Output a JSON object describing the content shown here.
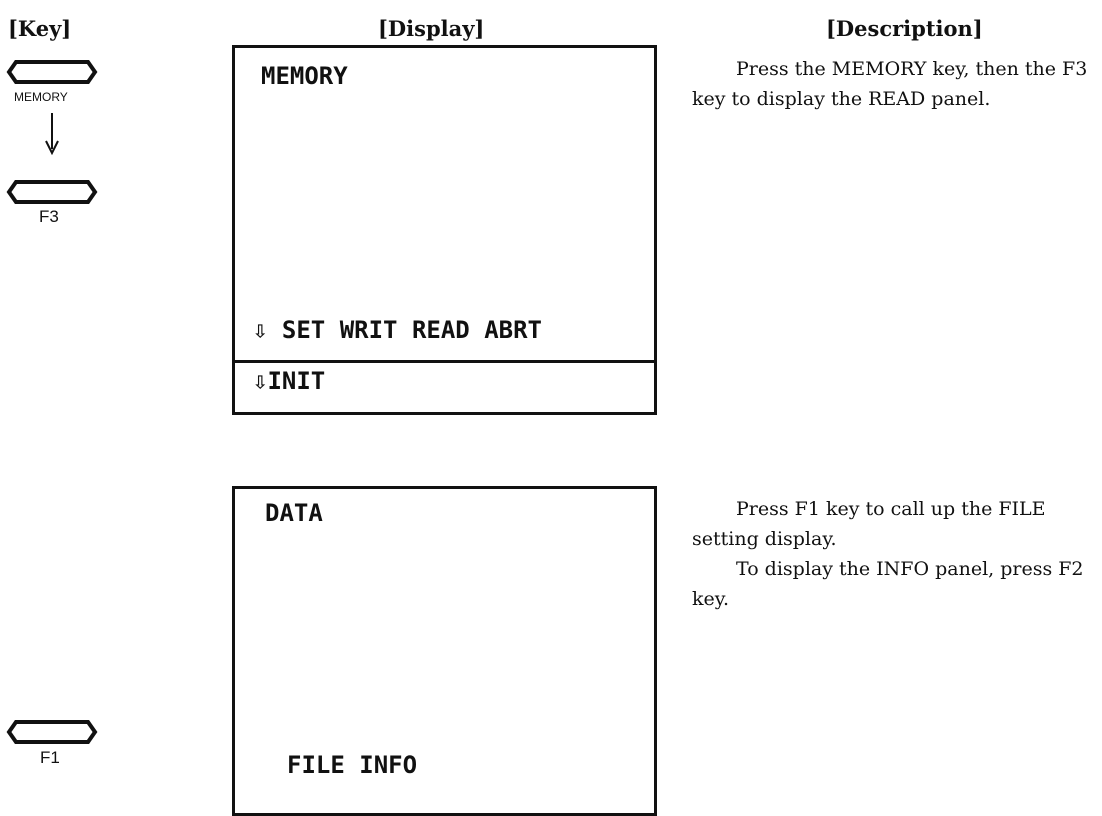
{
  "headers": {
    "key": "[Key]",
    "display": "[Display]",
    "description": "[Description]"
  },
  "keys": {
    "memory_label": "MEMORY",
    "f3_label": "F3",
    "f1_label": "F1"
  },
  "display1": {
    "title": "MEMORY",
    "softkeys": "⇩ SET WRIT READ ABRT",
    "sub_softkeys": "⇩INIT"
  },
  "display2": {
    "title": "DATA",
    "softkeys": "FILE INFO"
  },
  "description1": {
    "para1": "Press the MEMORY key, then the F3 key to display the READ panel."
  },
  "description2": {
    "para1": "Press F1 key to call up the FILE setting display.",
    "para2": "To display the INFO panel, press F2 key."
  }
}
